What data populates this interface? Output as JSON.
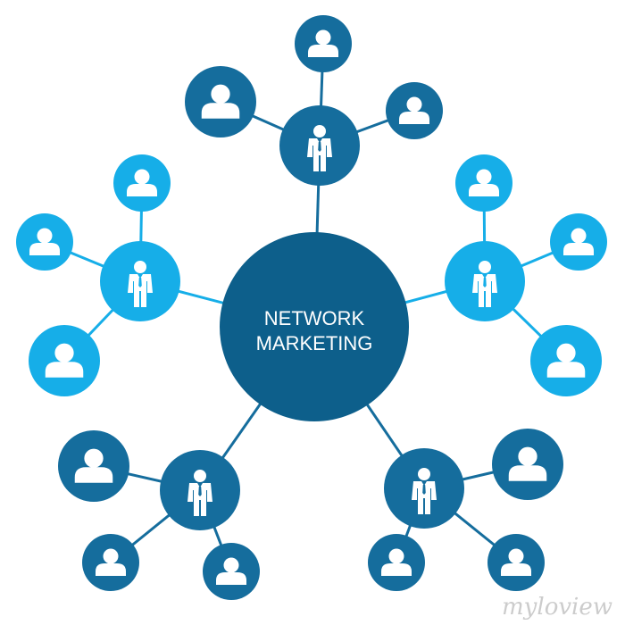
{
  "center": {
    "lines": [
      "NETWORK",
      "MARKETING"
    ]
  },
  "colors": {
    "dark": "#156d9d",
    "light": "#16aee8",
    "center": "#0d5f8b",
    "background": "#ffffff"
  },
  "groups": [
    {
      "name": "top",
      "tone": "dark",
      "leader_icon": "businessman-icon",
      "member_icon": "person-icon",
      "member_count": 3
    },
    {
      "name": "left",
      "tone": "light",
      "leader_icon": "businessman-icon",
      "member_icon": "person-icon",
      "member_count": 3
    },
    {
      "name": "right",
      "tone": "light",
      "leader_icon": "businessman-icon",
      "member_icon": "person-icon",
      "member_count": 3
    },
    {
      "name": "bottom-left",
      "tone": "dark",
      "leader_icon": "businessman-icon",
      "member_icon": "person-icon",
      "member_count": 3
    },
    {
      "name": "bottom-right",
      "tone": "dark",
      "leader_icon": "businessman-icon",
      "member_icon": "person-icon",
      "member_count": 3
    }
  ],
  "watermark": "myloview"
}
